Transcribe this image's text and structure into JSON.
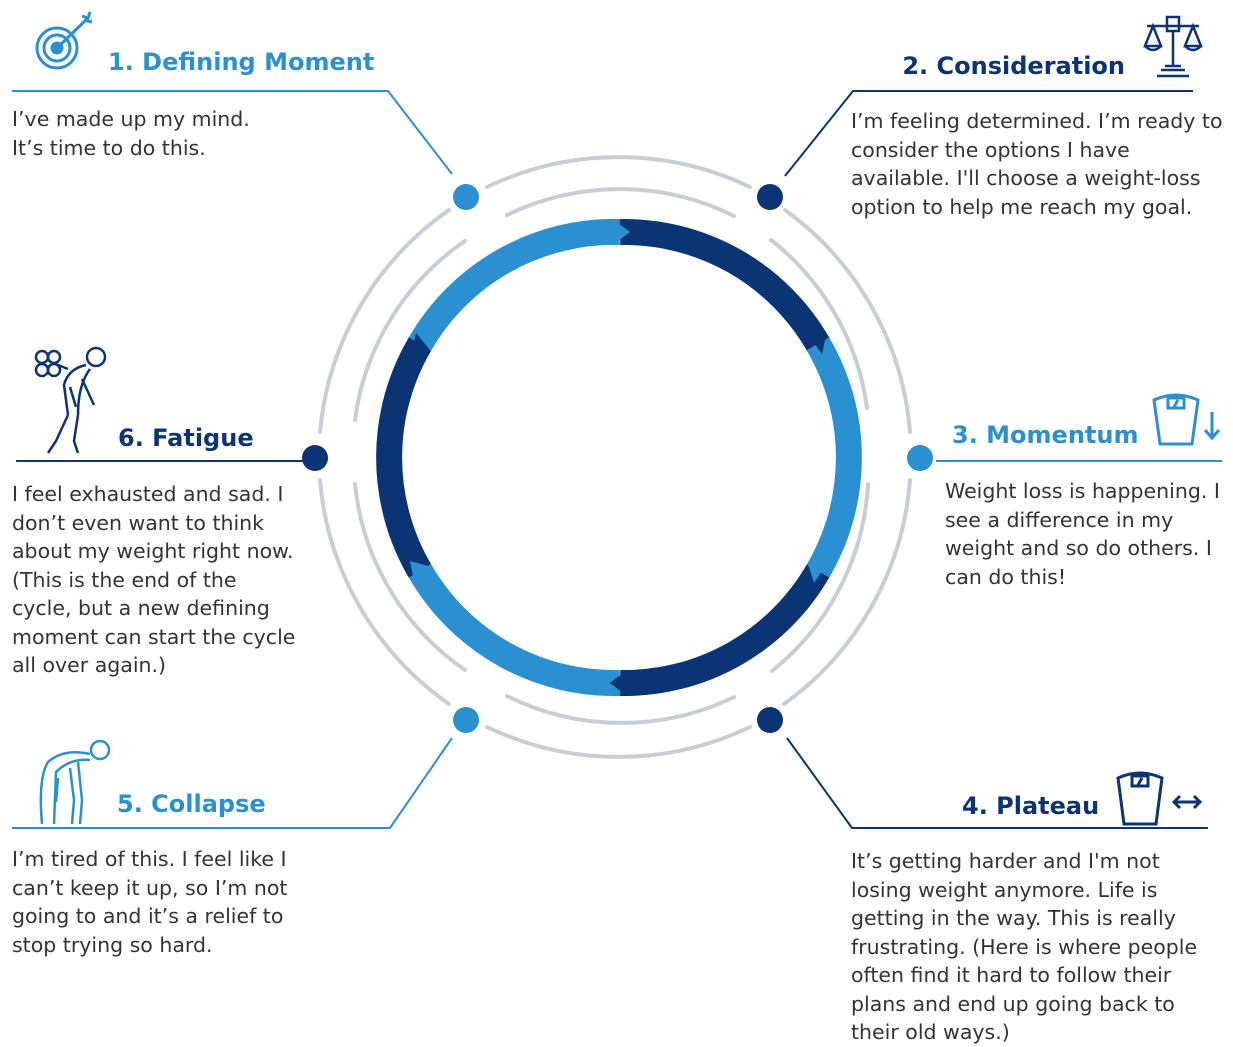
{
  "colors": {
    "light_blue": "#2a90d2",
    "dark_blue": "#0b3474",
    "ring_gray": "#c9ced4",
    "text": "#333333"
  },
  "stages": [
    {
      "title": "1. Defining Moment",
      "text": "I’ve made up my mind.\nIt’s time to do this.",
      "icon": "target-with-arrow-icon",
      "color": "light_blue"
    },
    {
      "title": "2. Consideration",
      "text": "I’m feeling determined. I’m ready to consider the options I have available. I'll choose a weight-loss option to help me reach my goal.",
      "icon": "balance-scale-icon",
      "color": "dark_blue"
    },
    {
      "title": "3. Momentum",
      "text": "Weight loss is happening. I see a difference in my weight and so do others. I can do this!",
      "icon": "bathroom-scale-down-arrow-icon",
      "color": "light_blue"
    },
    {
      "title": "4. Plateau",
      "text": "It’s getting harder and I'm not losing weight anymore. Life is getting in the way. This is really frustrating. (Here is where people often find it hard to follow their plans and end up going back to their old ways.)",
      "icon": "bathroom-scale-left-right-arrow-icon",
      "color": "dark_blue"
    },
    {
      "title": "5. Collapse",
      "text": "I’m tired of this. I feel like I can’t keep it up, so I’m not going to and it’s a relief to stop trying so hard.",
      "icon": "person-bent-over-icon",
      "color": "light_blue"
    },
    {
      "title": "6. Fatigue",
      "text": "I feel exhausted and sad. I don’t even want to think about my weight right now. (This is the end of the cycle, but a new defining moment can start the cycle all over again.)",
      "icon": "person-with-windup-key-icon",
      "color": "dark_blue"
    }
  ]
}
